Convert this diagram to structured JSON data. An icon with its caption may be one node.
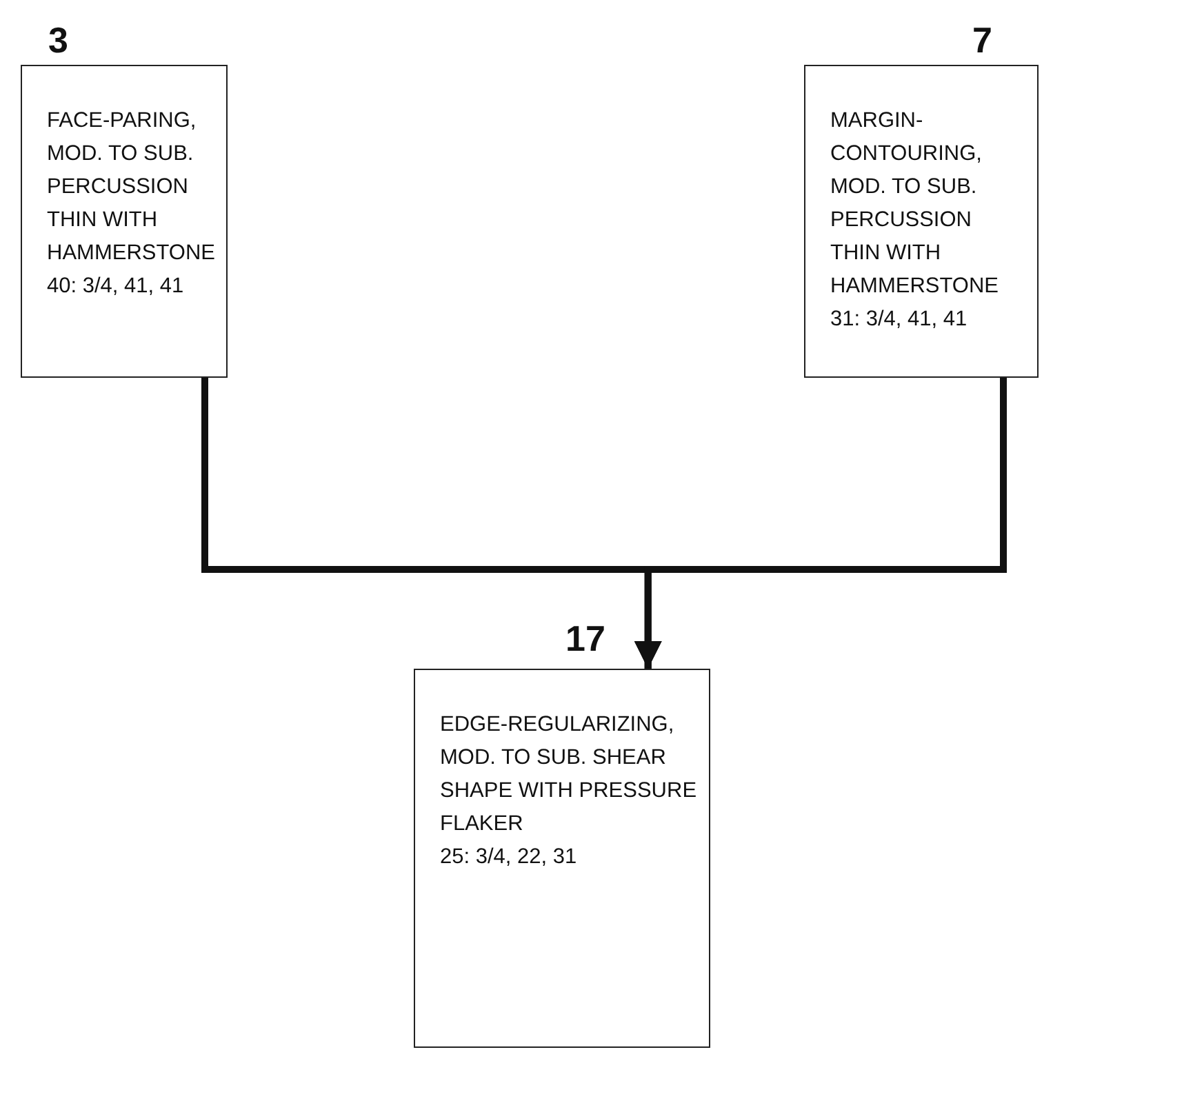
{
  "diagram": {
    "nodes": [
      {
        "text": [
          "FACE-PARING, MOD. TO SUB. PERCUSSION",
          "THIN WITH HAMMERSTONE",
          "40: 3/4, 41, 41"
        ],
        "beside": [
          "3"
        ]
      },
      {
        "text": [
          "MARGIN-CONTOURING, MOD. TO SUB. PERCUSSION",
          "THIN WITH HAMMERSTONE",
          "31: 3/4, 41, 41"
        ],
        "beside": [
          "7"
        ]
      },
      {
        "text": [
          "EDGE-REGULARIZING, MOD. TO SUB. SHEAR",
          "SHAPE WITH PRESSURE FLAKER",
          "25: 3/4, 22, 31"
        ],
        "beside": [
          "17"
        ]
      }
    ],
    "edges": [
      {
        "from": 0,
        "to": 2,
        "arrow": "to"
      },
      {
        "from": 1,
        "to": 2,
        "arrow": "to"
      }
    ]
  }
}
